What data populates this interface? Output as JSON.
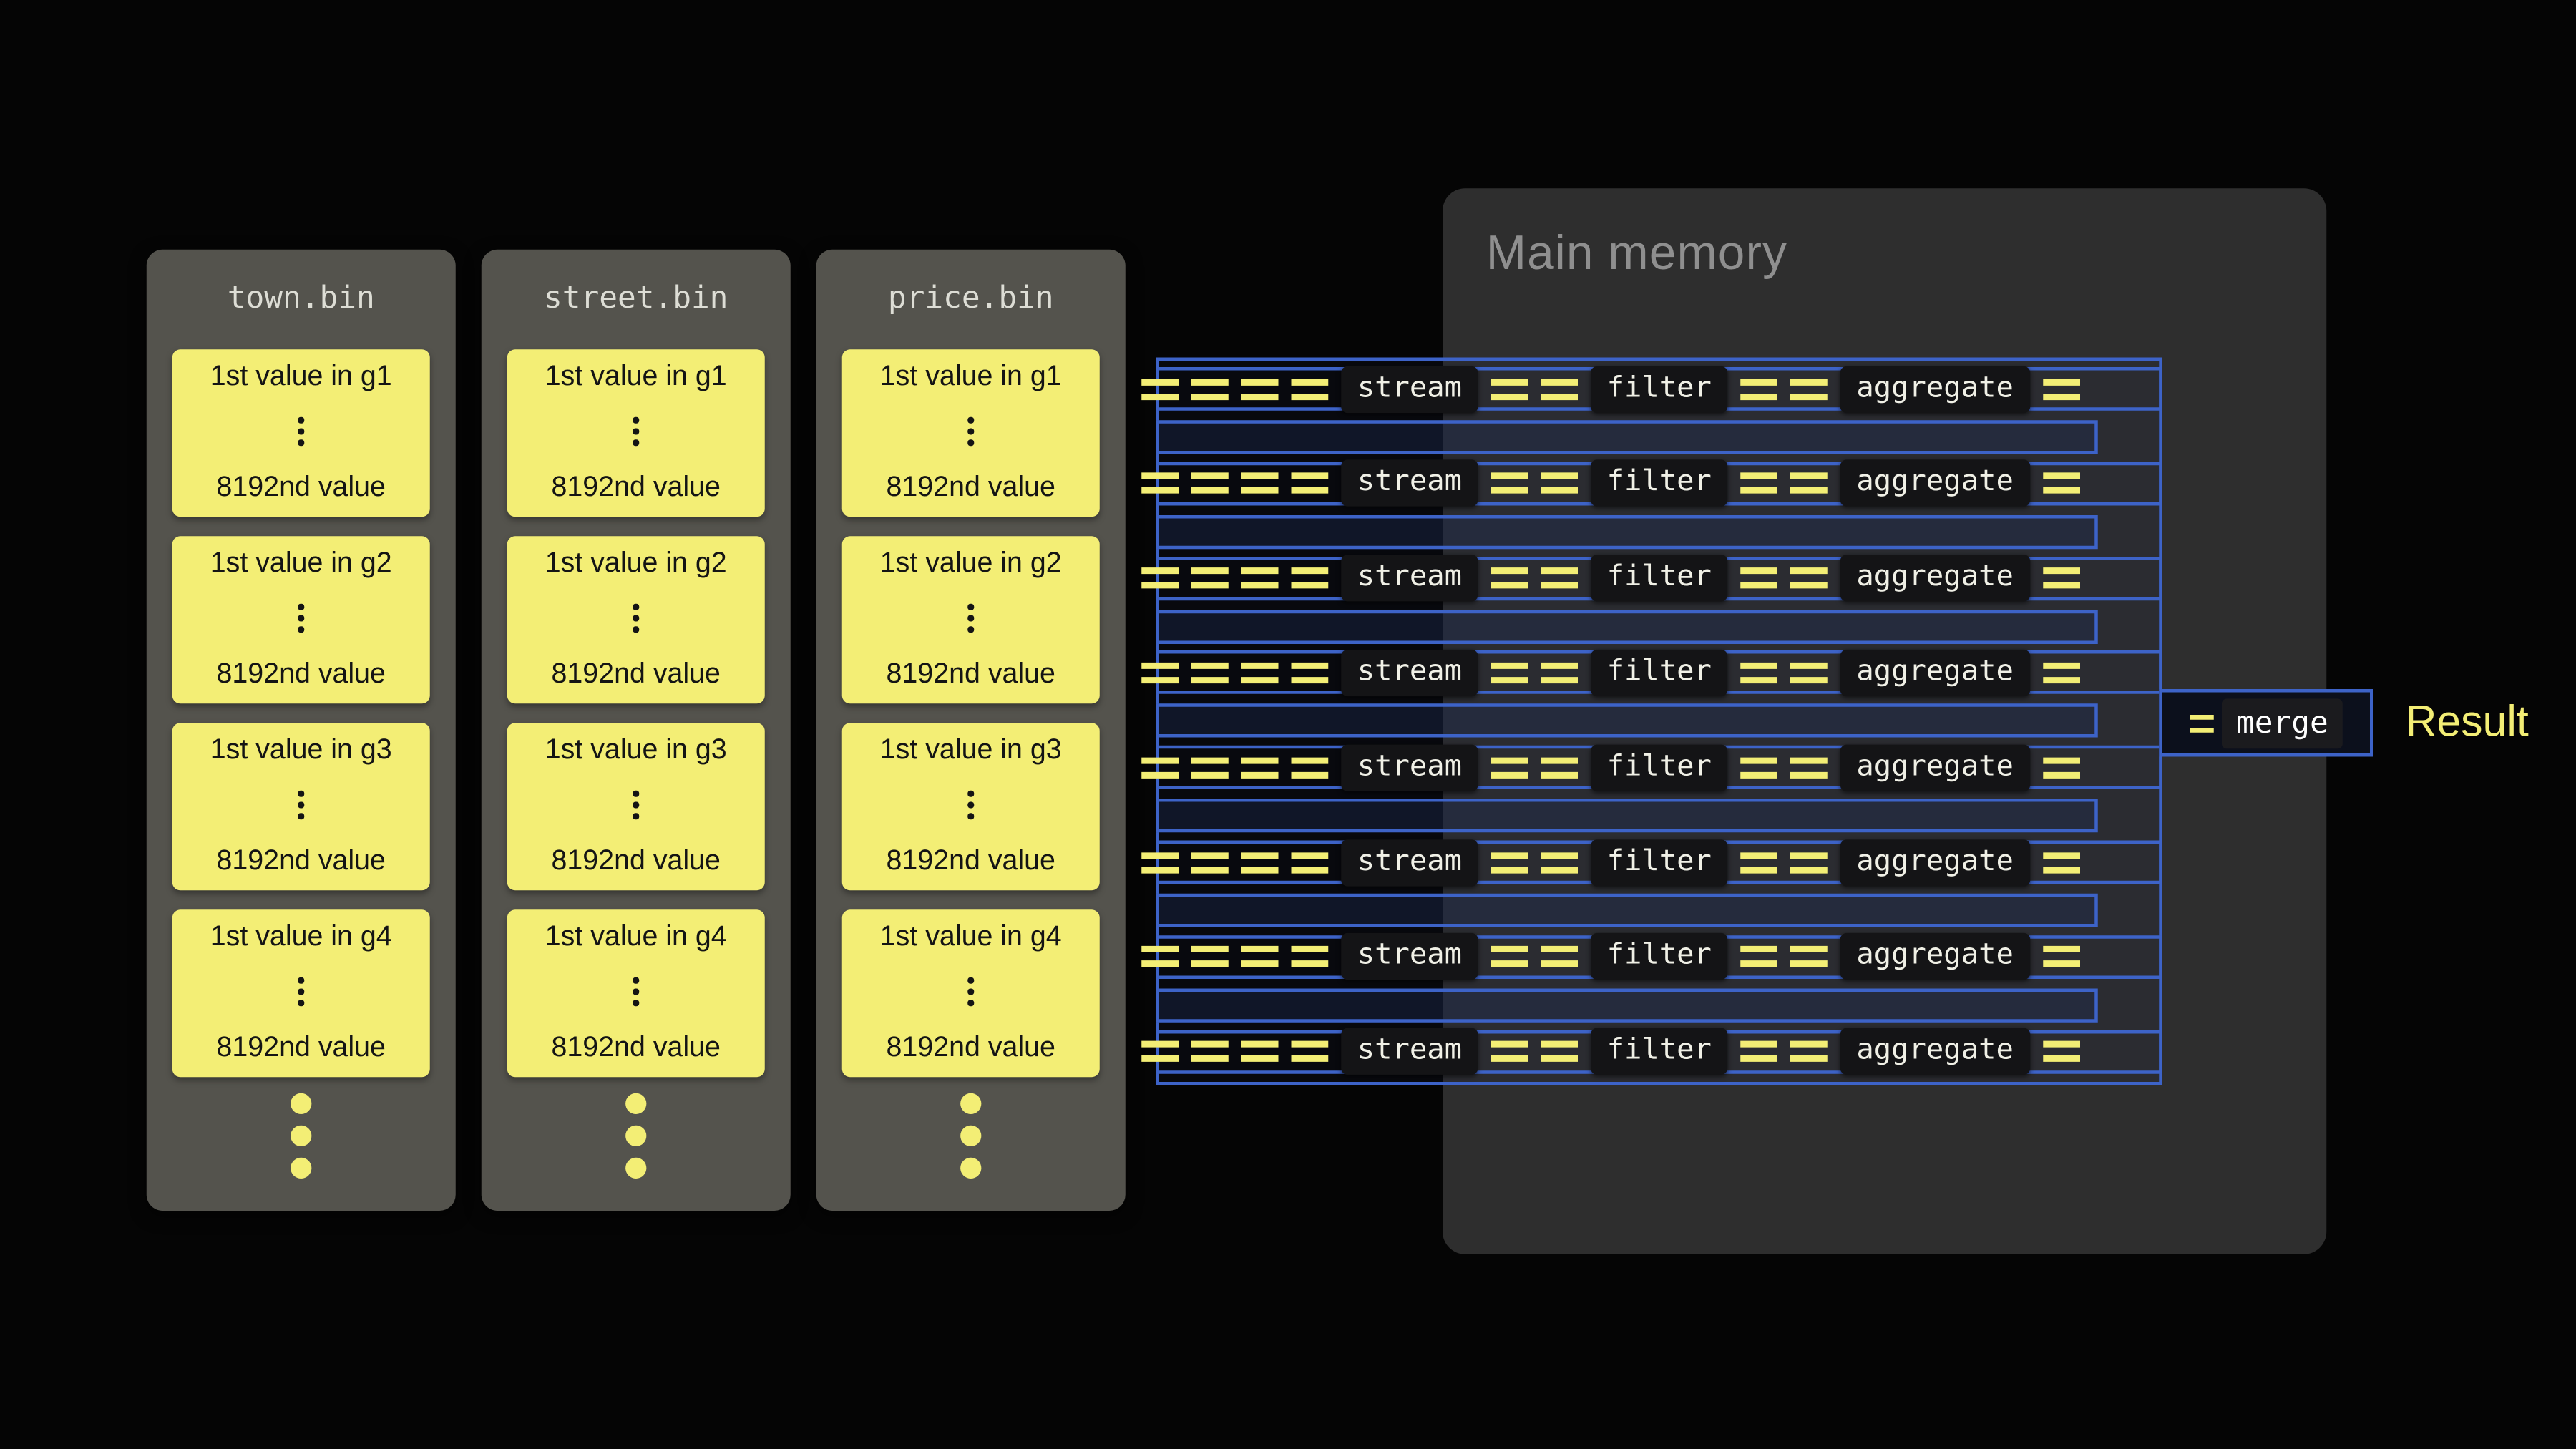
{
  "memory": {
    "title": "Main memory"
  },
  "files": [
    {
      "name": "town.bin",
      "groups": [
        {
          "first": "1st value in g1",
          "last": "8192nd value"
        },
        {
          "first": "1st value in g2",
          "last": "8192nd value"
        },
        {
          "first": "1st value in g3",
          "last": "8192nd value"
        },
        {
          "first": "1st value in g4",
          "last": "8192nd value"
        }
      ]
    },
    {
      "name": "street.bin",
      "groups": [
        {
          "first": "1st value in g1",
          "last": "8192nd value"
        },
        {
          "first": "1st value in g2",
          "last": "8192nd value"
        },
        {
          "first": "1st value in g3",
          "last": "8192nd value"
        },
        {
          "first": "1st value in g4",
          "last": "8192nd value"
        }
      ]
    },
    {
      "name": "price.bin",
      "groups": [
        {
          "first": "1st value in g1",
          "last": "8192nd value"
        },
        {
          "first": "1st value in g2",
          "last": "8192nd value"
        },
        {
          "first": "1st value in g3",
          "last": "8192nd value"
        },
        {
          "first": "1st value in g4",
          "last": "8192nd value"
        }
      ]
    }
  ],
  "pipeline": {
    "lane_count": 8,
    "stage_labels": [
      "stream",
      "filter",
      "aggregate"
    ],
    "merge_label": "merge",
    "result_label": "Result"
  },
  "colors": {
    "yellow": "#f3ee75",
    "blue": "#3d63c8",
    "panel_gray": "#54534d",
    "memory_gray": "#2e2e2e",
    "background": "#050505"
  }
}
